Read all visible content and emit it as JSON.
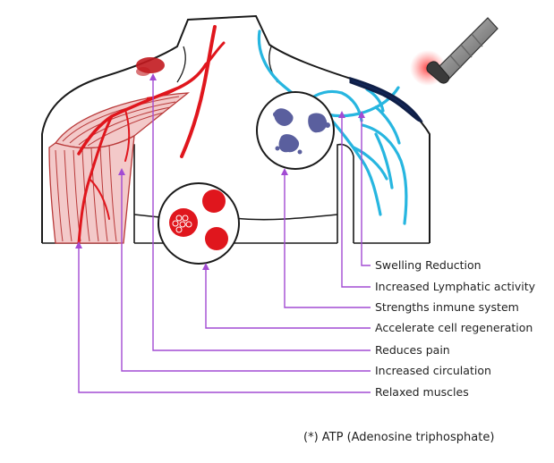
{
  "diagram": {
    "callouts": [
      {
        "id": "swelling",
        "label": "Swelling Reduction"
      },
      {
        "id": "lymph",
        "label": "Increased Lymphatic activity"
      },
      {
        "id": "immune",
        "label": "Strengths inmune system"
      },
      {
        "id": "regen",
        "label": "Accelerate cell regeneration"
      },
      {
        "id": "pain",
        "label": "Reduces pain"
      },
      {
        "id": "circ",
        "label": "Increased circulation"
      },
      {
        "id": "muscle",
        "label": "Relaxed muscles"
      }
    ],
    "footnote": "(*) ATP (Adenosine triphosphate)",
    "colors": {
      "leader": "#a24bd3",
      "blood": "#e0161d",
      "lymph": "#27b6e0",
      "immune_cell": "#5a5f9e",
      "muscle": "#b93a3a",
      "laser_glow": "#ff3b3b"
    }
  }
}
